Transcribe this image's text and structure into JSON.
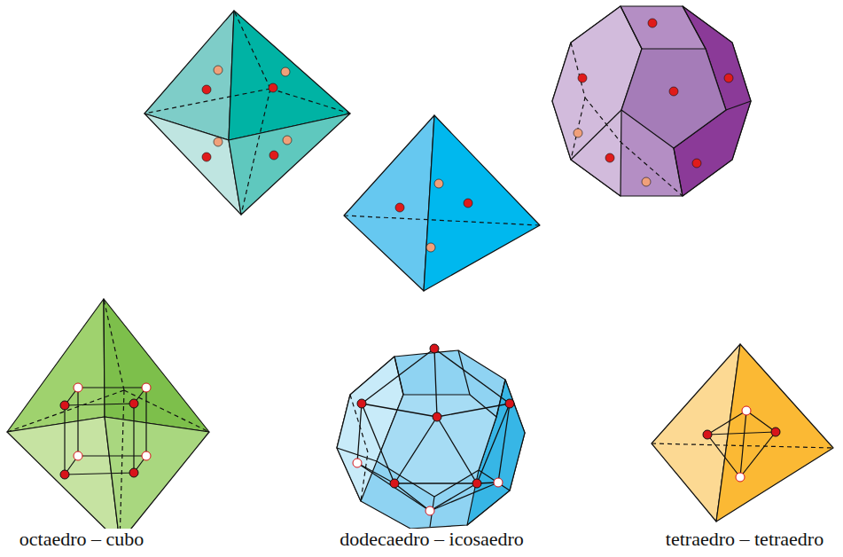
{
  "diagram": {
    "labels": [
      "octaedro – cubo",
      "dodecaedro – icosaedro",
      "tetraedro – tetraedro"
    ]
  }
}
